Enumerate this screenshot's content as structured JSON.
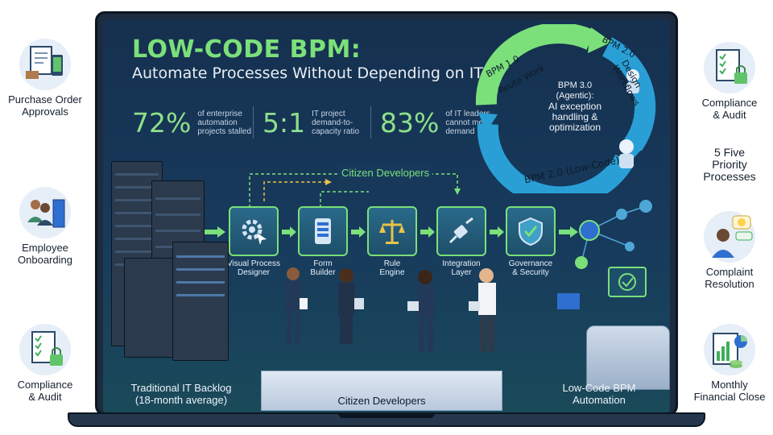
{
  "left_items": [
    {
      "label": "Purchase Order\nApprovals",
      "icon": "purchase-order-icon"
    },
    {
      "label": "Employee\nOnboarding",
      "icon": "employees-binder-icon"
    },
    {
      "label": "Compliance\n& Audit",
      "icon": "checklist-lock-icon"
    }
  ],
  "right_items": [
    {
      "label": "Compliance\n& Audit",
      "icon": "checklist-lock-icon"
    },
    {
      "label": "Complaint\nResolution",
      "icon": "support-agent-icon"
    },
    {
      "label": "Monthly\nFinancial Close",
      "icon": "financial-report-icon"
    }
  ],
  "right_heading": "5 Five\nPriority\nProcesses",
  "header": {
    "title": "LOW-CODE BPM:",
    "subtitle": "Automate Processes Without Depending on IT"
  },
  "stats": [
    {
      "value": "72%",
      "text": "of enterprise\nautomation\nprojects stalled"
    },
    {
      "value": "5:1",
      "text": "IT project\ndemand-to-\ncapacity ratio"
    },
    {
      "value": "83%",
      "text": "of IT leaders\ncannot meet\ndemand"
    }
  ],
  "cycle": {
    "bpm1_title": "BPM 1.0",
    "bpm1_desc": "Route Work",
    "bpm2_title": "BPM 2.0",
    "bpm2_desc": "Design Workflows",
    "bpm2_bottom": "BPM 2.0 (Low-Code)",
    "center_title": "BPM 3.0",
    "center_sub": "(Agentic):",
    "center_desc": "AI exception\nhandling &\noptimization"
  },
  "citizen_top_label": "Citizen Developers",
  "process_steps": [
    {
      "label": "Visual Process\nDesigner",
      "icon": "gear-cursor-icon"
    },
    {
      "label": "Form\nBuilder",
      "icon": "form-phone-icon"
    },
    {
      "label": "Rule\nEngine",
      "icon": "scales-icon"
    },
    {
      "label": "Integration\nLayer",
      "icon": "plug-icon"
    },
    {
      "label": "Governance\n& Security",
      "icon": "shield-check-icon"
    }
  ],
  "bottom": {
    "left": "Traditional IT Backlog\n(18-month average)",
    "center": "Citizen Developers",
    "right": "Low-Code BPM\nAutomation"
  },
  "colors": {
    "accent_green": "#7be07a",
    "screen_navy": "#16304f",
    "cycle_teal": "#2a9fd6"
  }
}
